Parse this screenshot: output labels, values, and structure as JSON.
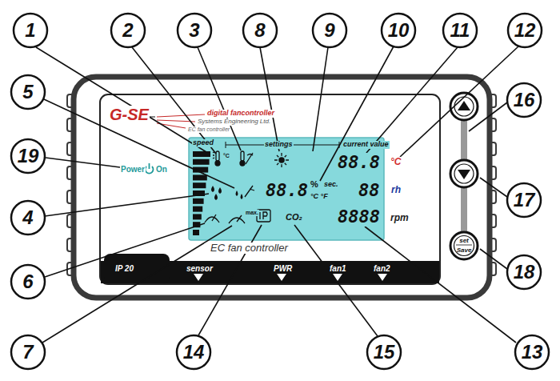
{
  "diagram": {
    "labels": [
      "1",
      "2",
      "3",
      "8",
      "9",
      "10",
      "11",
      "12",
      "5",
      "19",
      "16",
      "4",
      "17",
      "6",
      "18",
      "7",
      "14",
      "15",
      "13",
      "G-SE",
      "digital fancontroller",
      "Systems Engineering Ltd.",
      "EC fan controller",
      "speed",
      "settings",
      "current value",
      "°C",
      "88.8",
      "°C",
      "88.8",
      "%",
      "sec.",
      "°C °F",
      "88",
      "rh",
      "max.",
      "CO₂",
      "8888",
      "rpm",
      "EC fan controller",
      "Power",
      "On",
      "IP 20",
      "sensor",
      "PWR",
      "fan1",
      "fan2",
      "set",
      "Save"
    ]
  }
}
